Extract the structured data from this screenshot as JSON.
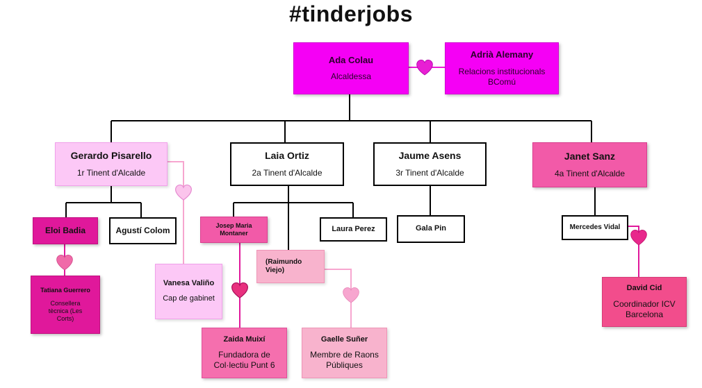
{
  "title": "#tinderjobs",
  "nodes": {
    "ada": {
      "name": "Ada Colau",
      "role": "Alcaldessa"
    },
    "adria": {
      "name": "Adrià Alemany",
      "role": "Relacions institucionals BComú"
    },
    "gerardo": {
      "name": "Gerardo Pisarello",
      "role": "1r Tinent d'Alcalde"
    },
    "laia": {
      "name": "Laia Ortiz",
      "role": "2a Tinent d'Alcalde"
    },
    "jaume": {
      "name": "Jaume Asens",
      "role": "3r Tinent d'Alcalde"
    },
    "janet": {
      "name": "Janet Sanz",
      "role": "4a Tinent d'Alcalde"
    },
    "eloi": {
      "name": "Eloi Badia"
    },
    "agusti": {
      "name": "Agustí Colom"
    },
    "tatiana": {
      "name": "Tatiana Guerrero",
      "role": "Consellera tècnica (Les Corts)"
    },
    "vanesa": {
      "name": "Vanesa Valiño",
      "role": "Cap de gabinet"
    },
    "josep": {
      "name": "Josep Maria Montaner"
    },
    "laura": {
      "name": "Laura Perez"
    },
    "raimundo": {
      "name": "(Raimundo Viejo)"
    },
    "zaida": {
      "name": "Zaida Muixí",
      "role": "Fundadora de Col·lectiu Punt 6"
    },
    "gaelle": {
      "name": "Gaelle Suñer",
      "role": "Membre de Raons Públiques"
    },
    "gala": {
      "name": "Gala Pin"
    },
    "mercedes": {
      "name": "Mercedes Vidal"
    },
    "david": {
      "name": "David Cid",
      "role": "Coordinador ICV Barcelona"
    }
  },
  "colors": {
    "magenta": "#f500f5",
    "heart_magenta": "#e81fd4",
    "heart_pink": "#f06aa8",
    "heart_light": "#f7a6cf"
  }
}
